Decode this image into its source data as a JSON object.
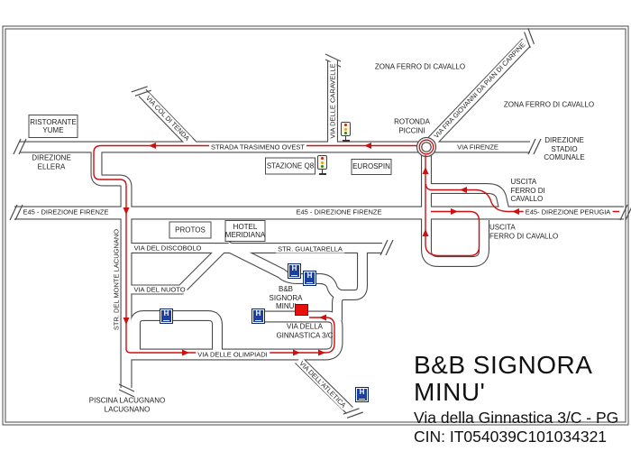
{
  "map": {
    "boxes": {
      "ristorante_yume": "RISTORANTE\nYUME",
      "stazione_q8": "STAZIONE Q8",
      "eurospin": "EUROSPIN",
      "protos": "PROTOS",
      "hotel_meridiana": "HOTEL\nMERIDIANA"
    },
    "road_names": {
      "via_col_di_tenda": "VIA COL DI TENDA",
      "via_delle_caravelle": "VIA DELLE CARAVELLE",
      "via_fra_giovanni": "VIA FRA GIOVANNI DA PIAN DI CARPINE",
      "via_firenze": "VIA FIRENZE",
      "strada_trasimeno_ovest": "STRADA TRASIMENO OVEST",
      "e45_direzione_firenze_left": "E45 - DIREZIONE FIRENZE",
      "e45_direzione_firenze_center": "E45 - DIREZIONE FIRENZE",
      "e45_direzione_perugia": "E45- DIREZIONE PERUGIA",
      "via_del_discobolo": "VIA DEL DISCOBOLO",
      "str_gualtarella": "STR. GUALTARELLA",
      "via_del_nuoto": "VIA DEL NUOTO",
      "str_del_monte_lacugnano": "STR. DEL MONTE LACUGNANO",
      "via_delle_olimpiadi": "VIA DELLE OLIMPIADI",
      "via_dell_atletica": "VIA DELL'ATLETICA"
    },
    "area_labels": {
      "zona_ferro_di_cavallo_top": "ZONA FERRO DI CAVALLO",
      "zona_ferro_di_cavallo_right": "ZONA FERRO DI CAVALLO",
      "rotonda_piccini": "ROTONDA\nPICCINI",
      "direzione_stadio_comunale": "DIREZIONE\nSTADIO\nCOMUNALE",
      "direzione_ellera": "DIREZIONE\nELLERA",
      "uscita_ferro_di_cavallo_nord": "USCITA\nFERRO DI CAVALLO",
      "uscita_ferro_di_cavallo_sud": "USCITA\nFERRO DI CAVALLO",
      "bb_signora_minu": "B&B\nSIGNORA\nMINU'",
      "via_della_ginnastica": "VIA DELLA\nGINNASTICA 3/C",
      "piscina_lacugnano": "PISCINA LACUGNANO\nLACUGNANO"
    },
    "icons": {
      "hotel_letter": "H"
    },
    "colors": {
      "route_red": "#cc1111",
      "road_outline": "#4a4a4a",
      "hotel_blue": "#1d3f9e",
      "destination_red": "#e8100c",
      "traffic_light_red": "#cc2020",
      "traffic_light_yellow": "#e0a800",
      "traffic_light_green": "#1f8a1f"
    }
  },
  "info_block": {
    "title": "B&B SIGNORA MINU'",
    "address": "Via della Ginnastica 3/C - PG",
    "cin": "CIN: IT054039C101034321"
  }
}
